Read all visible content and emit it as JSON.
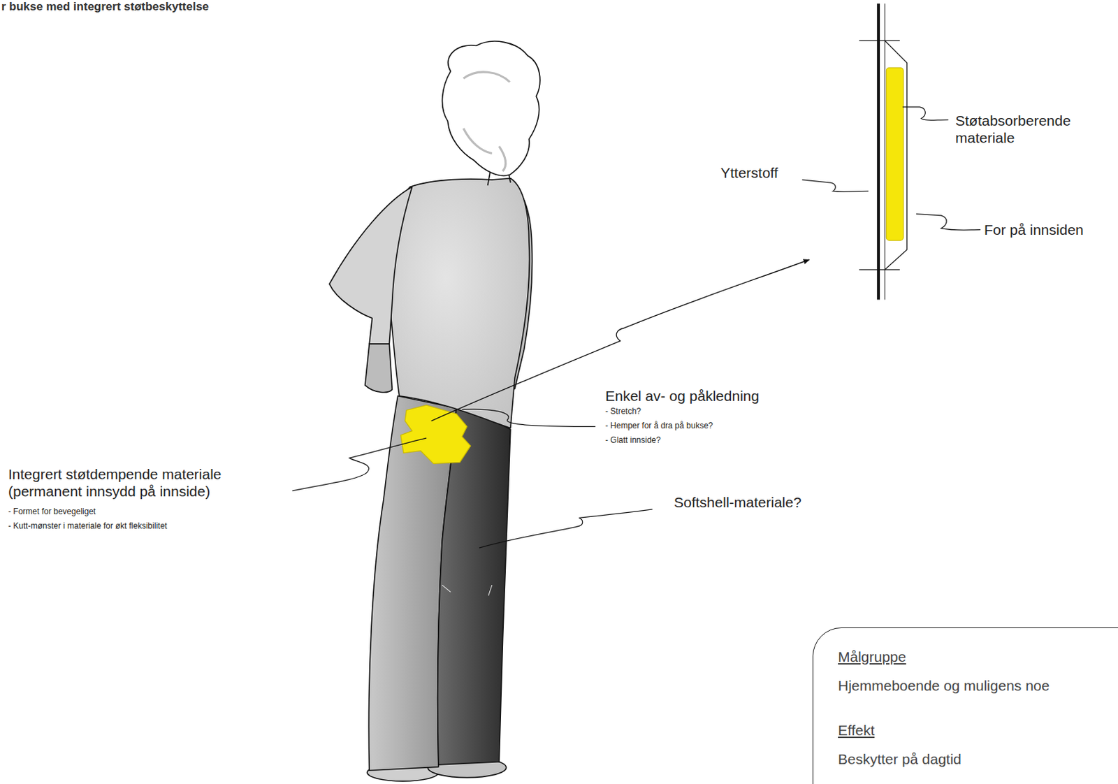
{
  "diagram": {
    "title": "r bukse med integrert støtbeskyttelse",
    "nodes": [
      {
        "text": [
          "Målgruppe",
          "Hjemmeboende og muligens noe",
          "Effekt",
          "Beskytter på dagtid"
        ]
      }
    ],
    "labels": [
      "Støtabsorberende materiale",
      "Ytterstoff",
      "For på innsiden",
      "Enkel av- og påkledning",
      "- Stretch?",
      "- Hemper for å dra på bukse?",
      "- Glatt innside?",
      "Integrert støtdempende materiale (permanent innsydd på innside)",
      "- Formet for bevegeliget",
      "- Kutt-mønster i materiale for økt fleksibilitet",
      "Softshell-materiale?"
    ]
  }
}
